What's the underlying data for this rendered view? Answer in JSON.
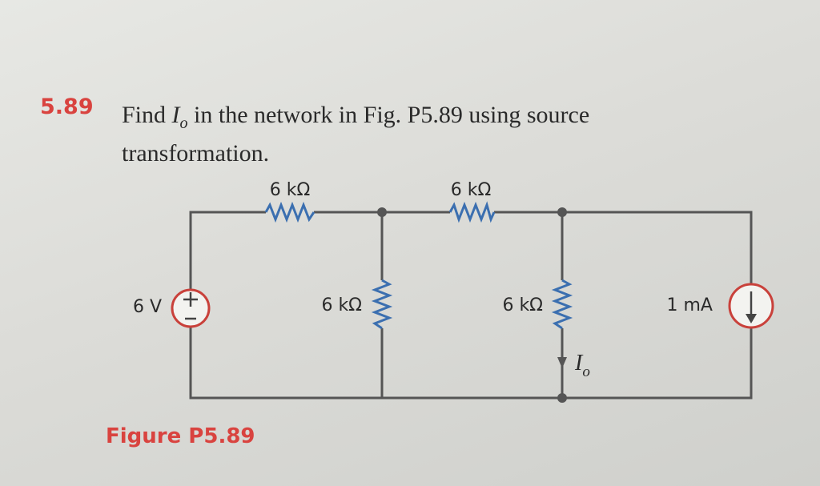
{
  "problem": {
    "number": "5.89",
    "text_before": "Find ",
    "var": "I",
    "var_sub": "o",
    "text_after": " in the network in Fig. P5.89 using source transformation."
  },
  "figure": {
    "caption": "Figure P5.89",
    "voltage_source_label": "6 V",
    "current_source_label": "1 mA",
    "resistor_top_left_label": "6 kΩ",
    "resistor_top_right_label": "6 kΩ",
    "resistor_mid_label": "6 kΩ",
    "resistor_right_label": "6 kΩ",
    "current_var": "I",
    "current_var_sub": "o"
  },
  "colors": {
    "wire": "#555555",
    "resistor": "#3b6fb0",
    "source": "#c9413b",
    "accent": "#d9433f"
  }
}
